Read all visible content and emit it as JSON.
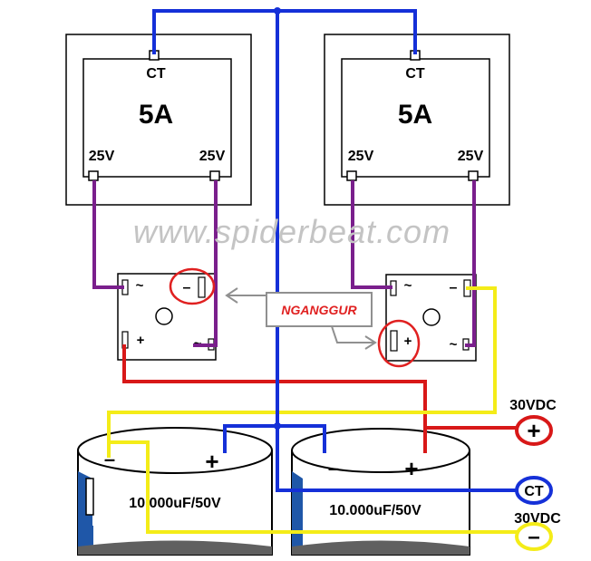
{
  "transformers": [
    {
      "tap_center": "CT",
      "rating": "5A",
      "tap_left": "25V",
      "tap_right": "25V"
    },
    {
      "tap_center": "CT",
      "rating": "5A",
      "tap_left": "25V",
      "tap_right": "25V"
    }
  ],
  "bridges": [
    {
      "ac_left": "~",
      "minus": "–",
      "plus": "+",
      "ac_right": "~"
    },
    {
      "ac_left": "~",
      "minus": "–",
      "plus": "+",
      "ac_right": "~"
    }
  ],
  "capacitors": [
    {
      "value": "10.000uF/50V",
      "minus": "–",
      "plus": "+"
    },
    {
      "value": "10.000uF/50V",
      "minus": "–",
      "plus": "+"
    }
  ],
  "watermark": "www.spiderbeat.com",
  "callout": "NGANGGUR",
  "outputs": {
    "positive_label": "30VDC",
    "positive_symbol": "+",
    "ct_symbol": "CT",
    "negative_label": "30VDC",
    "negative_symbol": "–"
  },
  "colors": {
    "blue_wire": "#1530d8",
    "red_wire": "#d81818",
    "yellow_wire": "#f4ec18",
    "purple_wire": "#7a1f8c",
    "circle_red": "#e02020",
    "arrow_gray": "#909090"
  }
}
